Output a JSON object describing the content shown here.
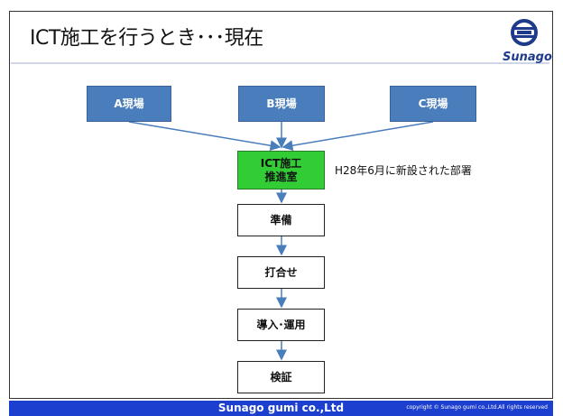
{
  "slide": {
    "title": "ICT施工を行うとき･･･現在",
    "logo_text": "Sunago"
  },
  "diagram": {
    "sites": [
      "A現場",
      "B現場",
      "C現場"
    ],
    "dept_line1": "ICT施工",
    "dept_line2": "推進室",
    "dept_note": "H28年6月に新設された部署",
    "steps": [
      "準備",
      "打合せ",
      "導入･運用",
      "検証"
    ]
  },
  "footer": {
    "company": "Sunago gumi co.,Ltd",
    "copyright": "copyright © Sunago gumi co.,Ltd.All rights reserved"
  },
  "colors": {
    "site_box": "#4a7dbb",
    "dept_box": "#32cc35",
    "footer_bar": "#1c3fd0",
    "arrow": "#4a7dbb"
  }
}
